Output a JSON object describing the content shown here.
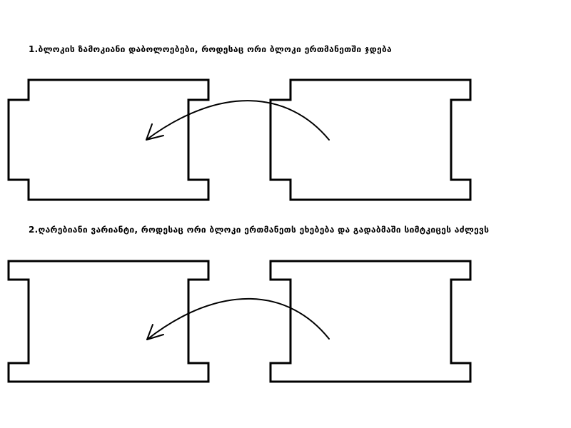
{
  "diagrams": [
    {
      "caption": "1.ბლოკის ზამოკიანი დაბოლოებები, როდესაც ორი ბლოკი ერთმანეთში ჯდება",
      "variant": "interlocking"
    },
    {
      "caption": "2.ღარებიანი ვარიანტი, როდესაც ორი ბლოკი ერთმანეთს ეხებება და გადაბმაში სიმტკიცეს აძლევს",
      "variant": "grooved"
    }
  ],
  "colors": {
    "background": "#ffffff",
    "stroke": "#000000"
  }
}
